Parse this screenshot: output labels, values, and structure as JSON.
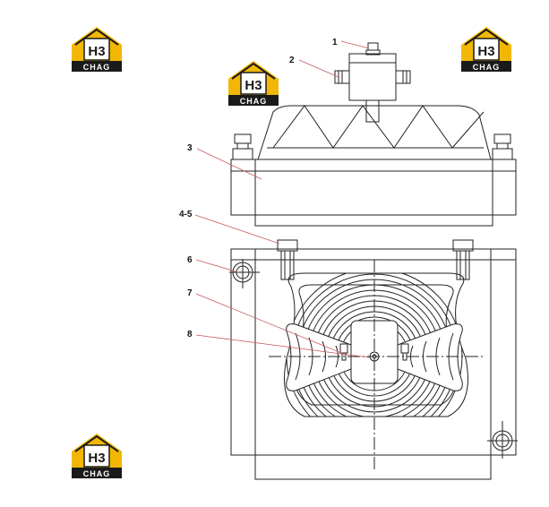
{
  "brand": {
    "monogram": "H3",
    "wordmark": "CHAG",
    "colors": {
      "yellow": "#f2b705",
      "dark": "#1a1a1a"
    }
  },
  "logos": [
    {
      "id": "logo-top-left"
    },
    {
      "id": "logo-top-center"
    },
    {
      "id": "logo-top-right"
    },
    {
      "id": "logo-bottom-left"
    }
  ],
  "callouts": [
    {
      "id": "callout-1",
      "label": "1"
    },
    {
      "id": "callout-2",
      "label": "2"
    },
    {
      "id": "callout-3",
      "label": "3"
    },
    {
      "id": "callout-4-5",
      "label": "4-5"
    },
    {
      "id": "callout-6",
      "label": "6"
    },
    {
      "id": "callout-7",
      "label": "7"
    },
    {
      "id": "callout-8",
      "label": "8"
    }
  ],
  "colors": {
    "line": "#222222",
    "leader": "#c85a5a"
  }
}
